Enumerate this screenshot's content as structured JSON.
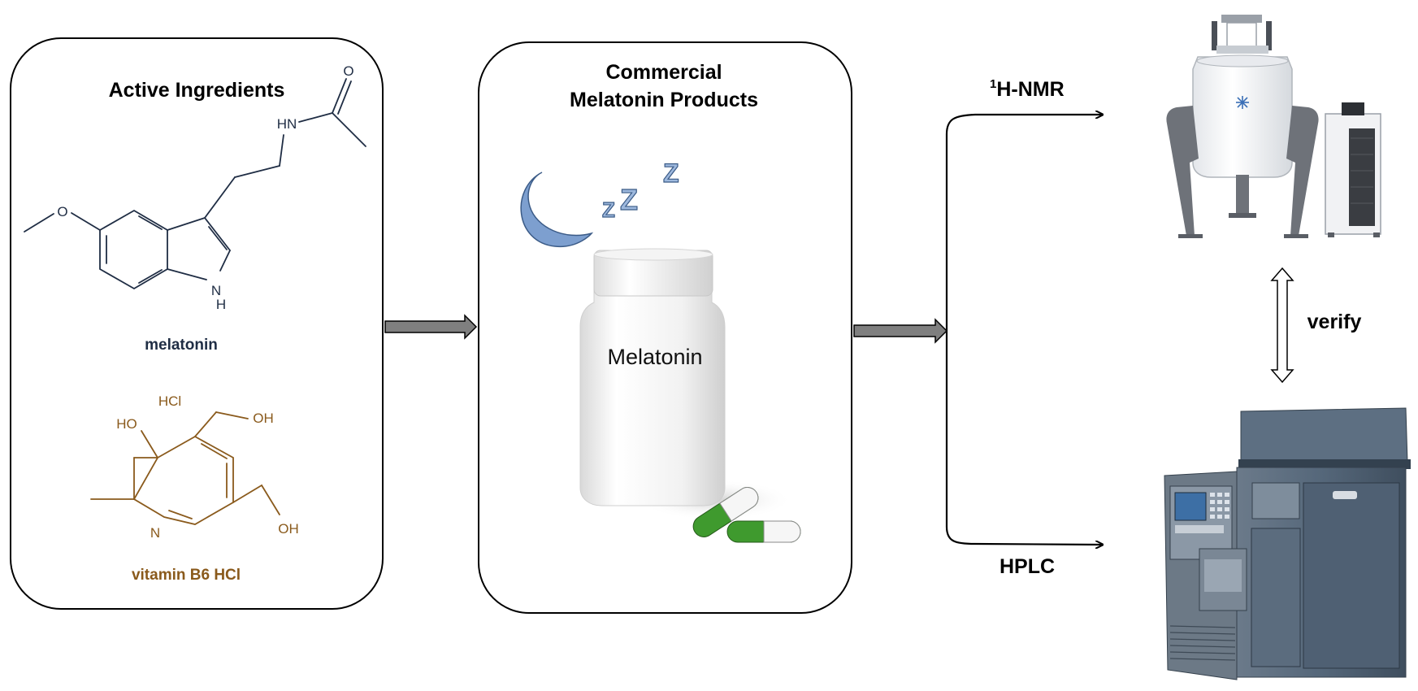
{
  "panels": {
    "active_ingredients": {
      "title": "Active Ingredients",
      "compounds": [
        {
          "name": "melatonin",
          "color": "#1f2d44",
          "atoms": {
            "o_methoxy": "O",
            "nh_amide": "HN",
            "o_carbonyl": "O",
            "nh_indole": "N",
            "h_indole": "H"
          }
        },
        {
          "name": "vitamin B6 HCl",
          "color": "#8a5a1c",
          "atoms": {
            "hcl": "HCl",
            "ho": "HO",
            "oh_top": "OH",
            "oh_bottom": "OH",
            "n_ring": "N"
          }
        }
      ]
    },
    "products": {
      "title_line1": "Commercial",
      "title_line2": "Melatonin Products",
      "bottle_label": "Melatonin",
      "sleep_icon_letters": [
        "Z",
        "Z",
        "Z"
      ]
    }
  },
  "methods": {
    "nmr": {
      "sup": "1",
      "label": "H-NMR"
    },
    "hplc": {
      "label": "HPLC"
    },
    "verify": {
      "label": "verify"
    }
  },
  "colors": {
    "melatonin": "#1f2d44",
    "vitamin_b6": "#8a5a1c",
    "moon": "#7d9fcf",
    "capsule_green": "#3f9a2e",
    "arrow_fill": "#7f7f7f"
  }
}
